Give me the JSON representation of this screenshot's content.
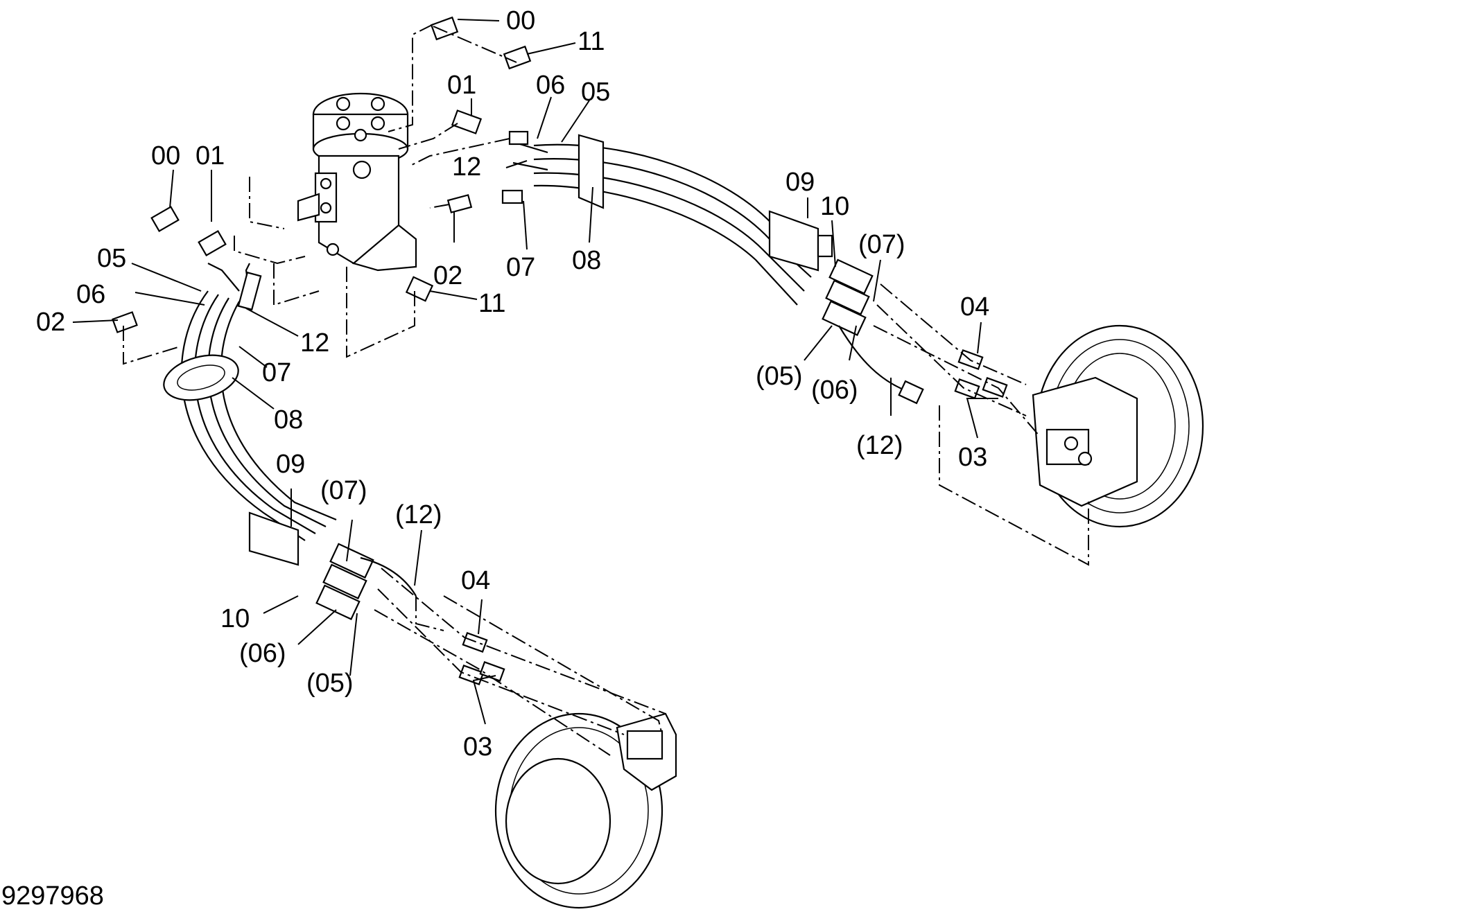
{
  "drawing_number": "9297968",
  "callouts": {
    "c00_top": "00",
    "c11_top": "11",
    "c01_top": "01",
    "c06_top": "06",
    "c05_top": "05",
    "c12_top": "12",
    "c00_left": "00",
    "c01_left": "01",
    "c02_mid": "02",
    "c07_mid": "07",
    "c08_mid": "08",
    "c11_mid": "11",
    "c05_left": "05",
    "c06_left": "06",
    "c02_left": "02",
    "c12_left": "12",
    "c07_left": "07",
    "c08_left": "08",
    "c09_right": "09",
    "c10_right": "10",
    "c07_right": "(07)",
    "c04_right": "04",
    "c05_right": "(05)",
    "c06_right": "(06)",
    "c12_right": "(12)",
    "c03_right": "03",
    "c09_bottom": "09",
    "c07_bottom": "(07)",
    "c12_bottom": "(12)",
    "c04_bottom": "04",
    "c10_bottom": "10",
    "c06_bottom": "(06)",
    "c05_bottom": "(05)",
    "c03_bottom": "03"
  },
  "components": [
    "swivel-joint",
    "hose-bundle-right",
    "hose-bundle-left",
    "travel-motor-right",
    "travel-motor-left"
  ]
}
